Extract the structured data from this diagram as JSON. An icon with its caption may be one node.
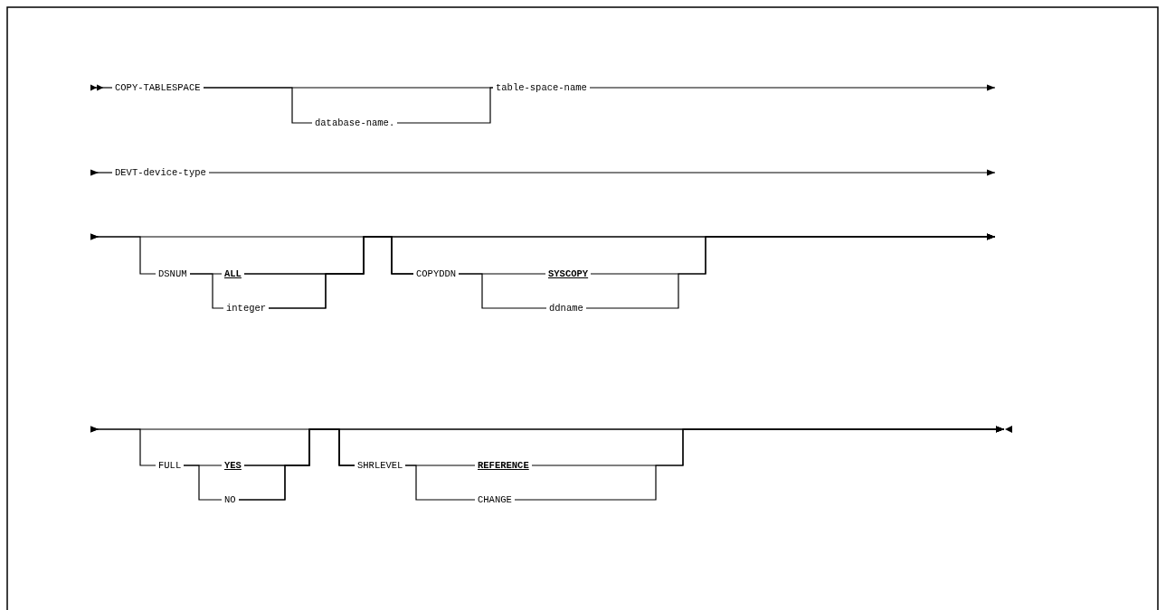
{
  "diagram": {
    "nodes": [
      {
        "text": [
          "COPY-TABLESPACE"
        ]
      },
      {
        "text": [
          "database-name."
        ]
      },
      {
        "text": [
          "table-space-name"
        ]
      },
      {
        "text": [
          "DEVT-device-type"
        ]
      },
      {
        "text": [
          "DSNUM"
        ]
      },
      {
        "text": [
          "ALL"
        ]
      },
      {
        "text": [
          "integer"
        ]
      },
      {
        "text": [
          "COPYDDN"
        ]
      },
      {
        "text": [
          "SYSCOPY"
        ]
      },
      {
        "text": [
          "ddname"
        ]
      },
      {
        "text": [
          "FULL"
        ]
      },
      {
        "text": [
          "YES"
        ]
      },
      {
        "text": [
          "NO"
        ]
      },
      {
        "text": [
          "SHRLEVEL"
        ]
      },
      {
        "text": [
          "REFERENCE"
        ]
      },
      {
        "text": [
          "CHANGE"
        ]
      }
    ],
    "edges": [
      {
        "from": null,
        "to": 0,
        "arrow": "other"
      },
      {
        "from": 0,
        "to": 2,
        "arrow": "none"
      },
      {
        "from": 0,
        "to": 1,
        "arrow": "none"
      },
      {
        "from": 1,
        "to": 2,
        "arrow": "none"
      },
      {
        "from": 2,
        "to": null,
        "arrow": "to"
      },
      {
        "from": null,
        "to": 3,
        "arrow": "other"
      },
      {
        "from": 3,
        "to": null,
        "arrow": "to"
      },
      {
        "from": null,
        "to": 4,
        "arrow": "other"
      },
      {
        "from": 4,
        "to": 5,
        "arrow": "none"
      },
      {
        "from": 4,
        "to": 6,
        "arrow": "none"
      },
      {
        "from": 5,
        "to": 7,
        "arrow": "none"
      },
      {
        "from": 6,
        "to": 7,
        "arrow": "none"
      },
      {
        "from": 7,
        "to": 8,
        "arrow": "none"
      },
      {
        "from": 7,
        "to": 9,
        "arrow": "none"
      },
      {
        "from": 8,
        "to": null,
        "arrow": "to"
      },
      {
        "from": 9,
        "to": null,
        "arrow": "to"
      },
      {
        "from": null,
        "to": 7,
        "arrow": "other"
      },
      {
        "from": 5,
        "to": null,
        "arrow": "to"
      },
      {
        "from": 6,
        "to": null,
        "arrow": "to"
      },
      {
        "from": null,
        "to": 10,
        "arrow": "other"
      },
      {
        "from": 10,
        "to": 11,
        "arrow": "none"
      },
      {
        "from": 10,
        "to": 12,
        "arrow": "none"
      },
      {
        "from": 11,
        "to": 13,
        "arrow": "none"
      },
      {
        "from": 12,
        "to": 13,
        "arrow": "none"
      },
      {
        "from": 13,
        "to": 14,
        "arrow": "none"
      },
      {
        "from": 13,
        "to": 15,
        "arrow": "none"
      },
      {
        "from": 14,
        "to": null,
        "arrow": "to"
      },
      {
        "from": 15,
        "to": null,
        "arrow": "to"
      },
      {
        "from": null,
        "to": 13,
        "arrow": "other"
      },
      {
        "from": 11,
        "to": null,
        "arrow": "to"
      },
      {
        "from": 12,
        "to": null,
        "arrow": "to"
      }
    ]
  }
}
